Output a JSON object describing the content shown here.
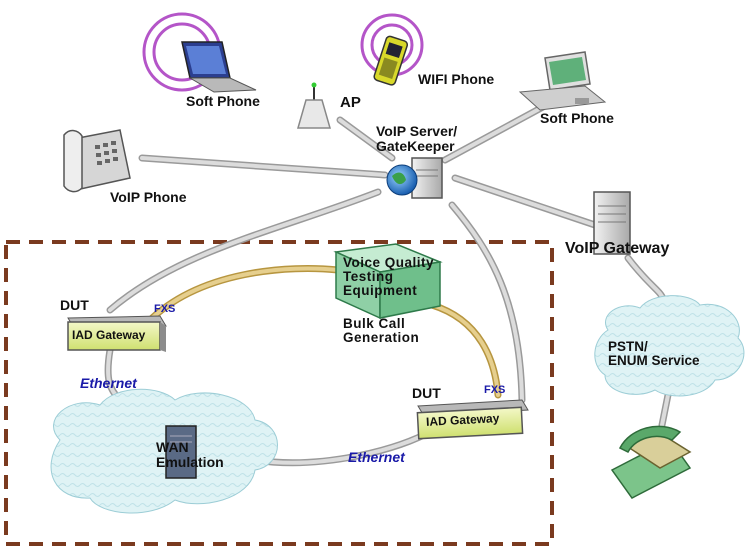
{
  "labels": {
    "soft_phone_laptop": "Soft Phone",
    "wifi_phone": "WIFI Phone",
    "ap": "AP",
    "soft_phone_pc": "Soft Phone",
    "voip_server": "VoIP Server/\nGateKeeper",
    "voip_phone": "VoIP Phone",
    "voip_gateway": "VoIP Gateway",
    "voice_quality": "Voice Quality\nTesting\nEquipment",
    "bulk_call": "Bulk Call\nGeneration",
    "dut_left": "DUT",
    "fxs_left": "FXS",
    "iad_left": "IAD Gateway",
    "ethernet_left": "Ethernet",
    "wan_emulation": "WAN\nEmulation",
    "ethernet_bottom": "Ethernet",
    "dut_right": "DUT",
    "fxs_right": "FXS",
    "iad_right": "IAD Gateway",
    "pstn": "PSTN/\nENUM Service"
  },
  "colors": {
    "cable": "#b9b9b9",
    "phone_line": "#d4b66a",
    "wireless_rings": "#b455c8",
    "dut_box_border": "#7a3a1f",
    "label_blue": "#1a1aa8",
    "cloud_fill": "#d9f1f3",
    "iad_fill": "#e8f2a8",
    "tester_fill": "#9ed6b0"
  }
}
